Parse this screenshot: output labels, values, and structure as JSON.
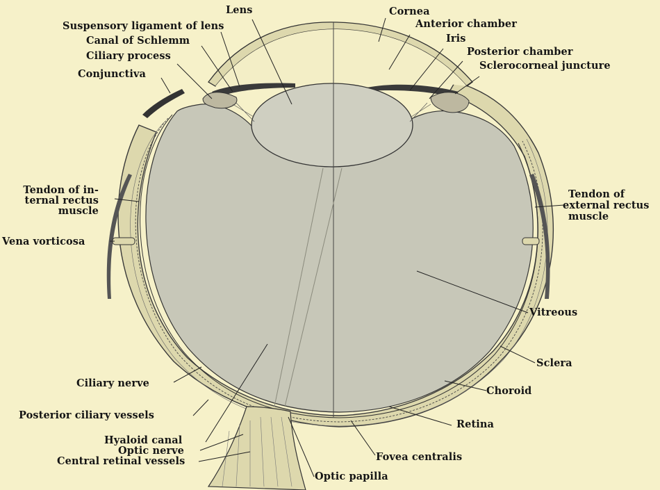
{
  "labels": {
    "lens": "Lens",
    "suspensory_ligament": "Suspensory ligament of lens",
    "canal_of_schlemm": "Canal of Schlemm",
    "ciliary_process": "Ciliary process",
    "conjunctiva": "Conjunctiva",
    "cornea": "Cornea",
    "anterior_chamber": "Anterior chamber",
    "iris": "Iris",
    "posterior_chamber": "Posterior chamber",
    "sclerocorneal_juncture": "Sclerocorneal juncture",
    "tendon_internal_1": "Tendon of in-",
    "tendon_internal_2": "ternal rectus",
    "tendon_internal_3": "muscle",
    "vena_vorticosa": "Vena vorticosa",
    "tendon_external_1": "Tendon of",
    "tendon_external_2": "external rectus",
    "tendon_external_3": "muscle",
    "vitreous": "Vitreous",
    "sclera": "Sclera",
    "choroid": "Choroid",
    "retina": "Retina",
    "ciliary_nerve": "Ciliary nerve",
    "posterior_ciliary_vessels": "Posterior ciliary vessels",
    "hyaloid_canal": "Hyaloid canal",
    "optic_nerve": "Optic nerve",
    "central_retinal_vessels": "Central retinal vessels",
    "fovea_centralis": "Fovea centralis",
    "optic_papilla": "Optic papilla"
  },
  "colors": {
    "background": "#f6f1c9",
    "vitreous": "#c6c6b8",
    "ink": "#2a2a2a"
  }
}
